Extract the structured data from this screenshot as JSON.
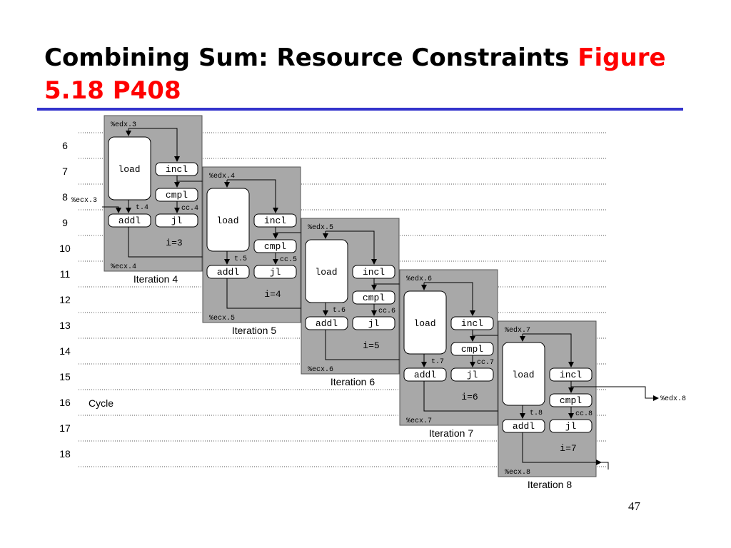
{
  "slide": {
    "title_main": "Combining Sum: Resource Constraints",
    "title_figure_a": "Figure",
    "title_figure_b": "5.18 P408",
    "page_number": "47",
    "cycle_label": "Cycle",
    "cycles": [
      "6",
      "7",
      "8",
      "9",
      "10",
      "11",
      "12",
      "13",
      "14",
      "15",
      "16",
      "17",
      "18"
    ]
  },
  "colors": {
    "accent": "#ff0000",
    "rule": "#3333cc",
    "panel": "#a8a8a8"
  },
  "iterations": [
    {
      "label": "Iteration 4",
      "edx_in": "%edx.3",
      "ecx_out": "%ecx.4",
      "t": "t.4",
      "cc": "cc.4",
      "i": "i=3",
      "ecx_in": "%ecx.3",
      "ops": {
        "load": "load",
        "incl": "incl",
        "cmpl": "cmpl",
        "addl": "addl",
        "jl": "jl"
      }
    },
    {
      "label": "Iteration 5",
      "edx_in": "%edx.4",
      "ecx_out": "%ecx.5",
      "t": "t.5",
      "cc": "cc.5",
      "i": "i=4",
      "ops": {
        "load": "load",
        "incl": "incl",
        "cmpl": "cmpl",
        "addl": "addl",
        "jl": "jl"
      }
    },
    {
      "label": "Iteration 6",
      "edx_in": "%edx.5",
      "ecx_out": "%ecx.6",
      "t": "t.6",
      "cc": "cc.6",
      "i": "i=5",
      "ops": {
        "load": "load",
        "incl": "incl",
        "cmpl": "cmpl",
        "addl": "addl",
        "jl": "jl"
      }
    },
    {
      "label": "Iteration 7",
      "edx_in": "%edx.6",
      "ecx_out": "%ecx.7",
      "t": "t.7",
      "cc": "cc.7",
      "i": "i=6",
      "ops": {
        "load": "load",
        "incl": "incl",
        "cmpl": "cmpl",
        "addl": "addl",
        "jl": "jl"
      }
    },
    {
      "label": "Iteration 8",
      "edx_in": "%edx.7",
      "ecx_out": "%ecx.8",
      "t": "t.8",
      "cc": "cc.8",
      "i": "i=7",
      "edx_out": "%edx.8",
      "ops": {
        "load": "load",
        "incl": "incl",
        "cmpl": "cmpl",
        "addl": "addl",
        "jl": "jl"
      }
    }
  ]
}
